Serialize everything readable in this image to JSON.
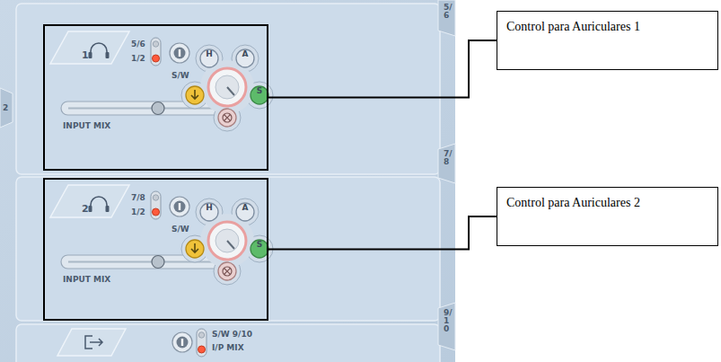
{
  "diagram": {
    "nodes": [
      {
        "text": [
          "1",
          "5/6",
          "1/2",
          "S/W",
          "H",
          "A",
          "S",
          "INPUT MIX"
        ]
      },
      {
        "text": [
          "Control para Auriculares 1"
        ]
      },
      {
        "text": [
          "2",
          "7/8",
          "1/2",
          "S/W",
          "H",
          "A",
          "S",
          "INPUT MIX"
        ]
      },
      {
        "text": [
          "Control para Auriculares 2"
        ]
      }
    ],
    "edges": [
      {
        "from": 0,
        "to": 1,
        "arrow": "none"
      },
      {
        "from": 2,
        "to": 3,
        "arrow": "none"
      }
    ],
    "labels": [
      "2",
      "5/6",
      "7/8",
      "9/10",
      "S/W 9/10",
      "I/P MIX"
    ]
  }
}
